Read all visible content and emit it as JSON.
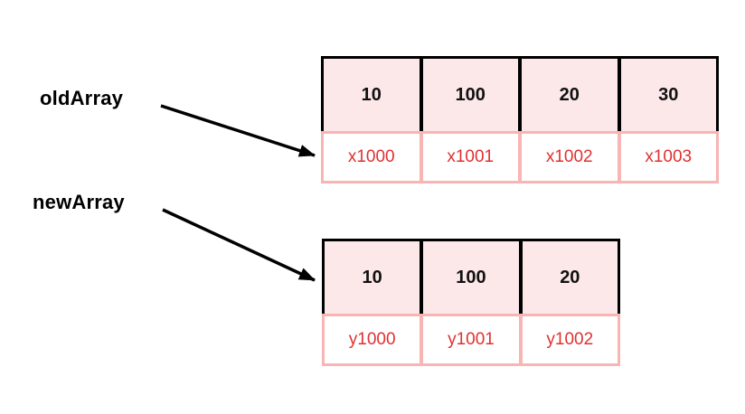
{
  "labels": {
    "old": "oldArray",
    "new": "newArray"
  },
  "old_array": {
    "values": [
      "10",
      "100",
      "20",
      "30"
    ],
    "addresses": [
      "x1000",
      "x1001",
      "x1002",
      "x1003"
    ]
  },
  "new_array": {
    "values": [
      "10",
      "100",
      "20"
    ],
    "addresses": [
      "y1000",
      "y1001",
      "y1002"
    ]
  },
  "colors": {
    "canvas_background": "#ffffff",
    "cell_background": "#fce8e8",
    "cell_border_black": "#000000",
    "address_border_pink": "#f9b4b4",
    "address_text_red": "#e03131",
    "label_text": "#000000",
    "arrow": "#000000"
  }
}
